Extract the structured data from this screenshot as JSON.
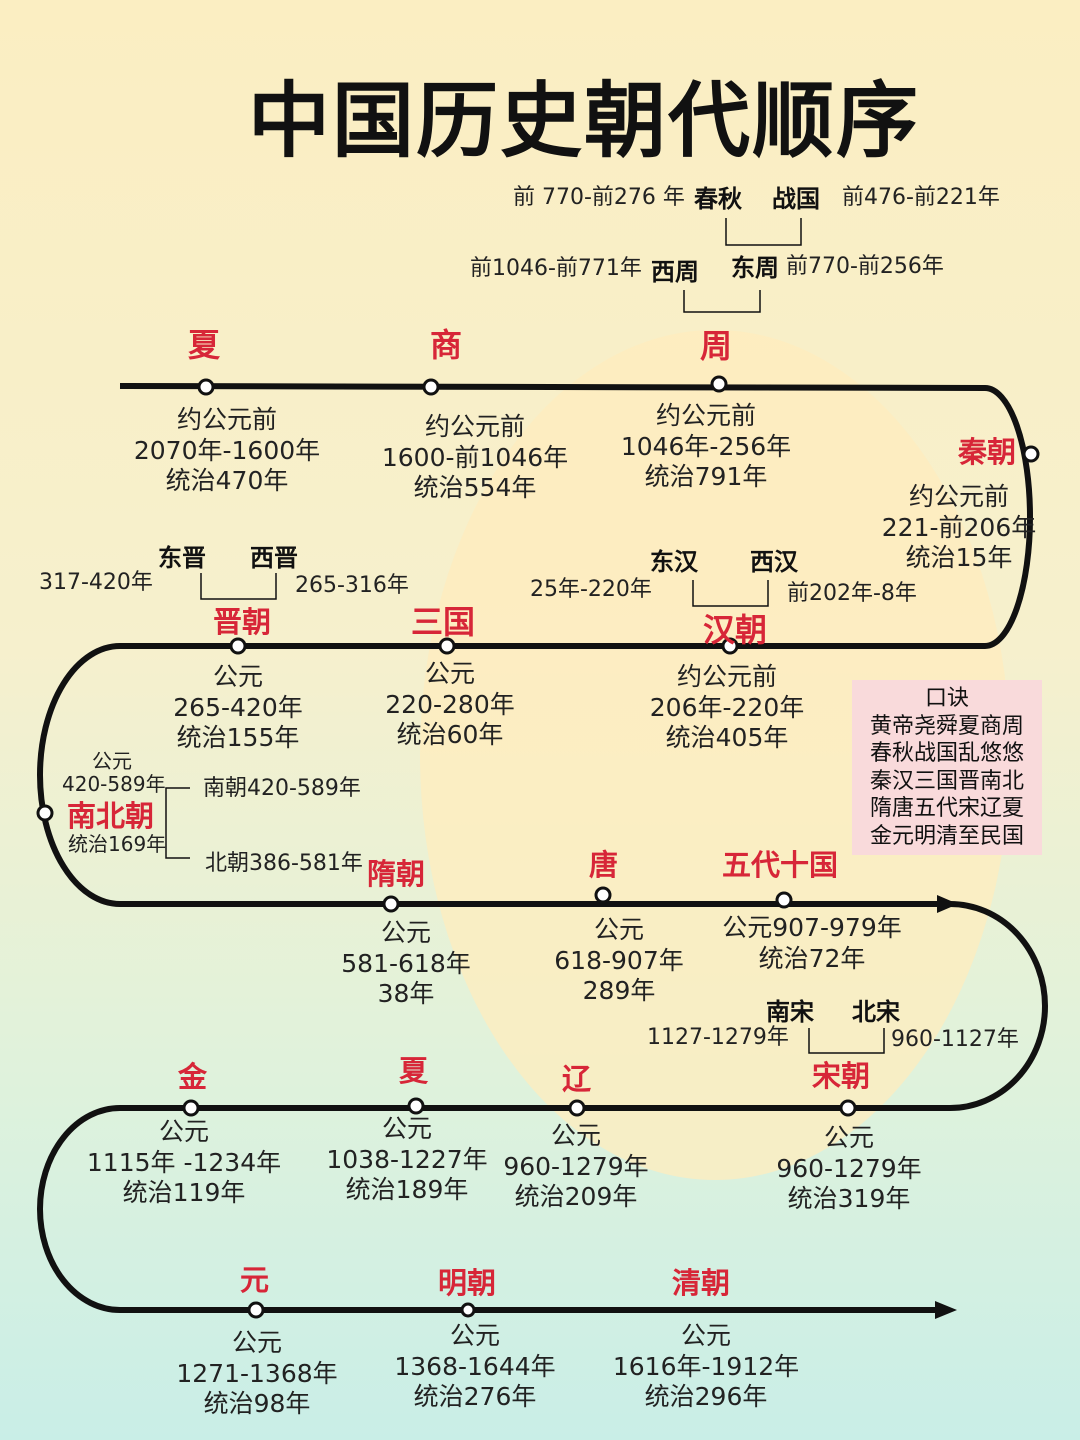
{
  "title": "中国历史朝代顺序",
  "colors": {
    "dynasty": "#d72638",
    "track": "#111111",
    "motto_bg": "#f9dadb"
  },
  "subdivisions": {
    "chunqiu": {
      "label": "春秋",
      "note": "前 770-前276 年"
    },
    "zhanguo": {
      "label": "战国",
      "note": "前476-前221年"
    },
    "xizhou": {
      "label": "西周",
      "note": "前1046-前771年"
    },
    "dongzhou": {
      "label": "东周",
      "note": "前770-前256年"
    },
    "dongjin": {
      "label": "东晋",
      "note": "317-420年"
    },
    "xijin": {
      "label": "西晋",
      "note": "265-316年"
    },
    "donghan": {
      "label": "东汉",
      "note": "25年-220年"
    },
    "xihan": {
      "label": "西汉",
      "note": "前202年-8年"
    },
    "nanchao": {
      "label": "南朝420-589年"
    },
    "beichao": {
      "label": "北朝386-581年"
    },
    "nanbeichao_period": {
      "line1": "公元",
      "line2": "420-589年"
    },
    "nansong": {
      "label": "南宋",
      "note": "1127-1279年"
    },
    "beisong": {
      "label": "北宋",
      "note": "960-1127年"
    }
  },
  "dynasties": {
    "xia": {
      "name": "夏",
      "info": [
        "约公元前",
        "2070年-1600年",
        "统治470年"
      ]
    },
    "shang": {
      "name": "商",
      "info": [
        "约公元前",
        "1600-前1046年",
        "统治554年"
      ]
    },
    "zhou": {
      "name": "周",
      "info": [
        "约公元前",
        "1046年-256年",
        "统治791年"
      ]
    },
    "qin": {
      "name": "秦朝",
      "info": [
        "约公元前",
        "221-前206年",
        "统治15年"
      ]
    },
    "han": {
      "name": "汉朝",
      "info": [
        "约公元前",
        "206年-220年",
        "统治405年"
      ]
    },
    "sanguo": {
      "name": "三国",
      "info": [
        "公元",
        "220-280年",
        "统治60年"
      ]
    },
    "jin": {
      "name": "晋朝",
      "info": [
        "公元",
        "265-420年",
        "统治155年"
      ]
    },
    "nanbei": {
      "name": "南北朝",
      "info": [
        "统治169年"
      ]
    },
    "sui": {
      "name": "隋朝",
      "info": [
        "公元",
        "581-618年",
        "38年"
      ]
    },
    "tang": {
      "name": "唐",
      "info": [
        "公元",
        "618-907年",
        "289年"
      ]
    },
    "wudai": {
      "name": "五代十国",
      "info": [
        "公元907-979年",
        "统治72年"
      ]
    },
    "song": {
      "name": "宋朝",
      "info": [
        "公元",
        "960-1279年",
        "统治319年"
      ]
    },
    "liao": {
      "name": "辽",
      "info": [
        "公元",
        "960-1279年",
        "统治209年"
      ]
    },
    "xixia": {
      "name": "夏",
      "info": [
        "公元",
        "1038-1227年",
        "统治189年"
      ]
    },
    "jinchao": {
      "name": "金",
      "info": [
        "公元",
        "1115年 -1234年",
        "统治119年"
      ]
    },
    "yuan": {
      "name": "元",
      "info": [
        "公元",
        "1271-1368年",
        "统治98年"
      ]
    },
    "ming": {
      "name": "明朝",
      "info": [
        "公元",
        "1368-1644年",
        "统治276年"
      ]
    },
    "qing": {
      "name": "清朝",
      "info": [
        "公元",
        "1616年-1912年",
        "统治296年"
      ]
    }
  },
  "motto": {
    "title": "口诀",
    "lines": [
      "黄帝尧舜夏商周",
      "春秋战国乱悠悠",
      "秦汉三国晋南北",
      "隋唐五代宋辽夏",
      "金元明清至民国"
    ]
  }
}
